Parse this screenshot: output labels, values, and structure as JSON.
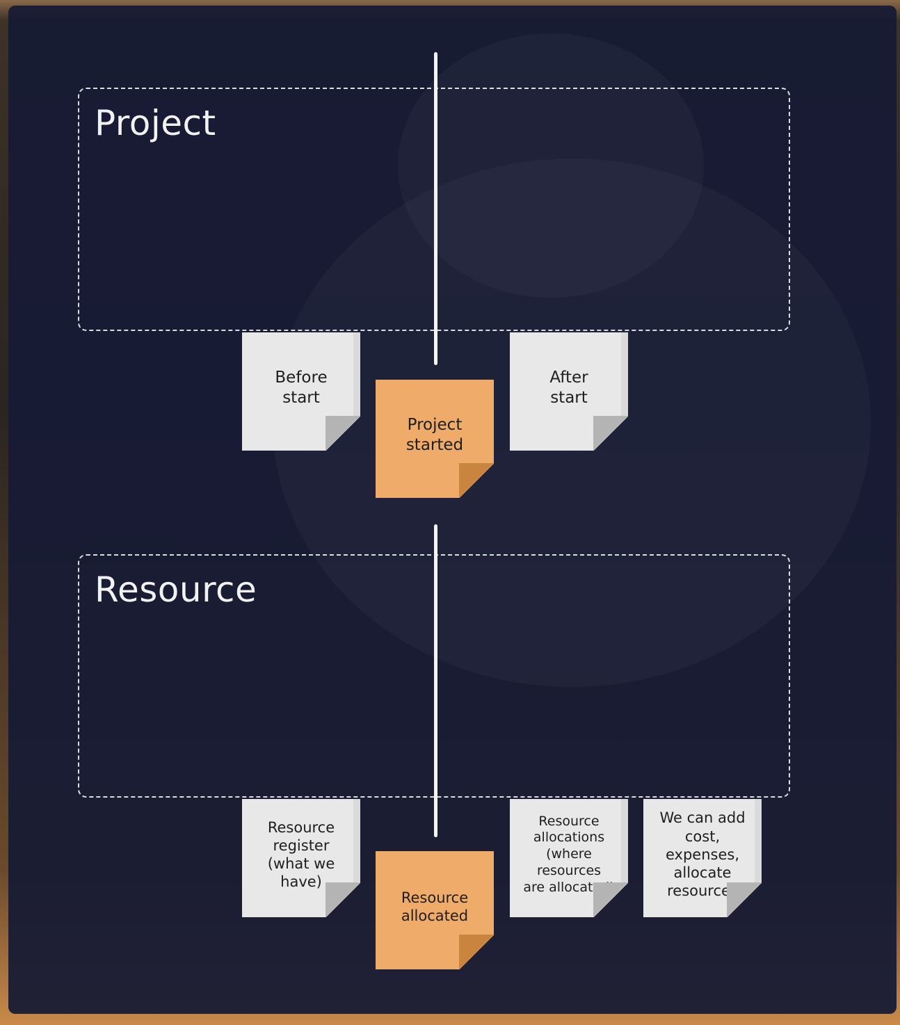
{
  "sections": {
    "project": {
      "title": "Project",
      "notes": {
        "before": "Before\nstart",
        "event": "Project\nstarted",
        "after": "After\nstart"
      }
    },
    "resource": {
      "title": "Resource",
      "notes": {
        "register": "Resource\nregister\n(what we\nhave)",
        "event": "Resource\nallocated",
        "allocations": "Resource\nallocations\n(where resources\nare allocated)",
        "add": "We can add\ncost, expenses,\nallocate\nresources"
      }
    }
  },
  "colors": {
    "panel": "#161b34",
    "note_grey": "#e8e8e8",
    "note_orange": "#eeab6a",
    "line": "#f4f4f4"
  }
}
